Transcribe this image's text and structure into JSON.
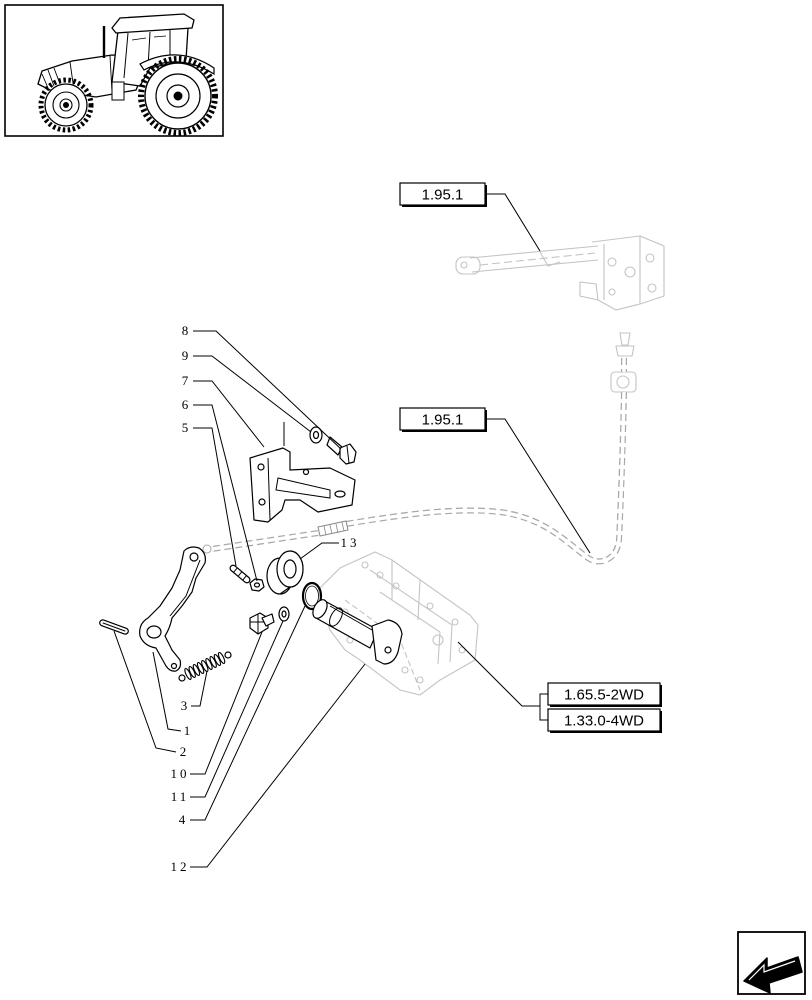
{
  "thumbnail": {
    "icon": "tractor-icon"
  },
  "reference_links": [
    {
      "label": "1.95.1"
    },
    {
      "label": "1.95.1"
    },
    {
      "label": "1.65.5-2WD"
    },
    {
      "label": "1.33.0-4WD"
    }
  ],
  "callouts": [
    {
      "number": "8"
    },
    {
      "number": "9"
    },
    {
      "number": "7"
    },
    {
      "number": "6"
    },
    {
      "number": "5"
    },
    {
      "number": "13"
    },
    {
      "number": "3"
    },
    {
      "number": "1"
    },
    {
      "number": "2"
    },
    {
      "number": "10"
    },
    {
      "number": "11"
    },
    {
      "number": "4"
    },
    {
      "number": "12"
    }
  ],
  "navigation": {
    "icon": "next-page-arrow-icon"
  },
  "colors": {
    "line": "#000000",
    "context_parts": "#c4c4c4",
    "background": "#ffffff"
  }
}
